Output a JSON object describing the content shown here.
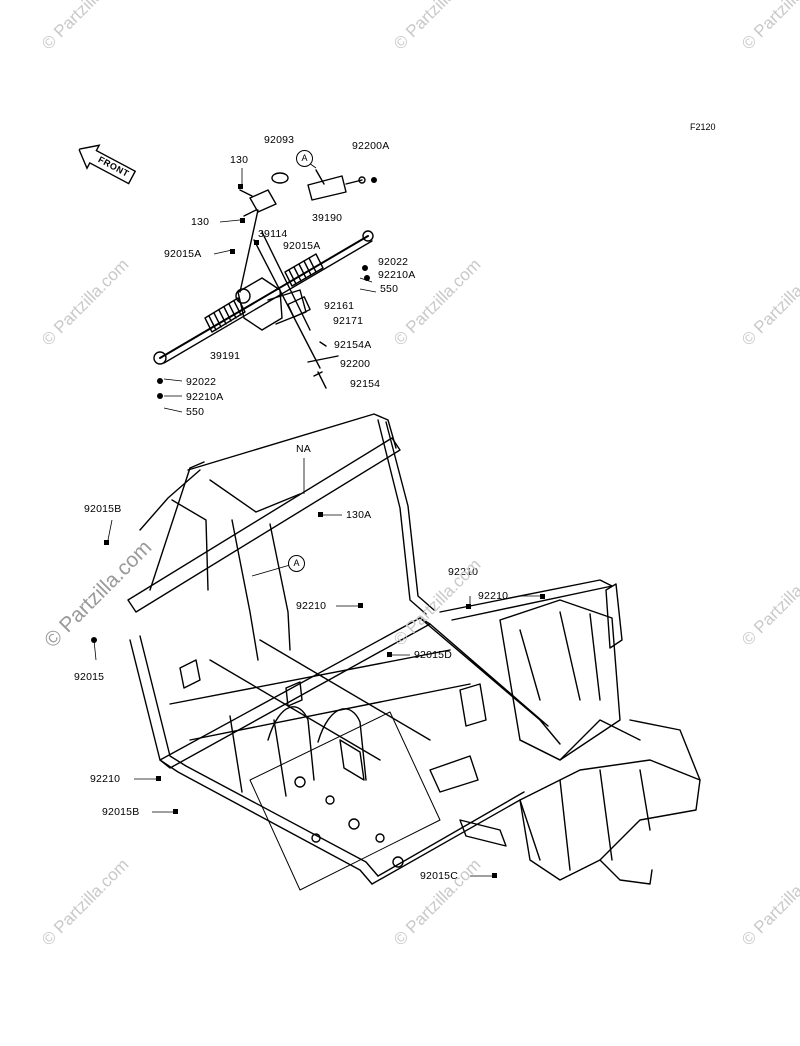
{
  "diagram": {
    "figure_code": "F2120",
    "front_label": "FRONT",
    "callout_a": "A",
    "watermark_text": "© Partzilla.com",
    "parts": {
      "p92093": "92093",
      "p130_top": "130",
      "p92200A": "92200A",
      "p39190": "39190",
      "p130_mid": "130",
      "p39114": "39114",
      "p92015A_left": "92015A",
      "p92015A_right": "92015A",
      "p92022_right": "92022",
      "p92210A_right": "92210A",
      "p550_right": "550",
      "p92161": "92161",
      "p92171": "92171",
      "p92154A": "92154A",
      "p39191": "39191",
      "p92200": "92200",
      "p92154": "92154",
      "p92022_left": "92022",
      "p92210A_left": "92210A",
      "p550_left": "550",
      "pNA": "NA",
      "p92015B_top": "92015B",
      "p130A": "130A",
      "p92210_r1": "92210",
      "p92210_r2": "92210",
      "p92210_mid": "92210",
      "p92015D": "92015D",
      "p92015": "92015",
      "p92210_low": "92210",
      "p92015B_low": "92015B",
      "p92015C": "92015C"
    }
  }
}
